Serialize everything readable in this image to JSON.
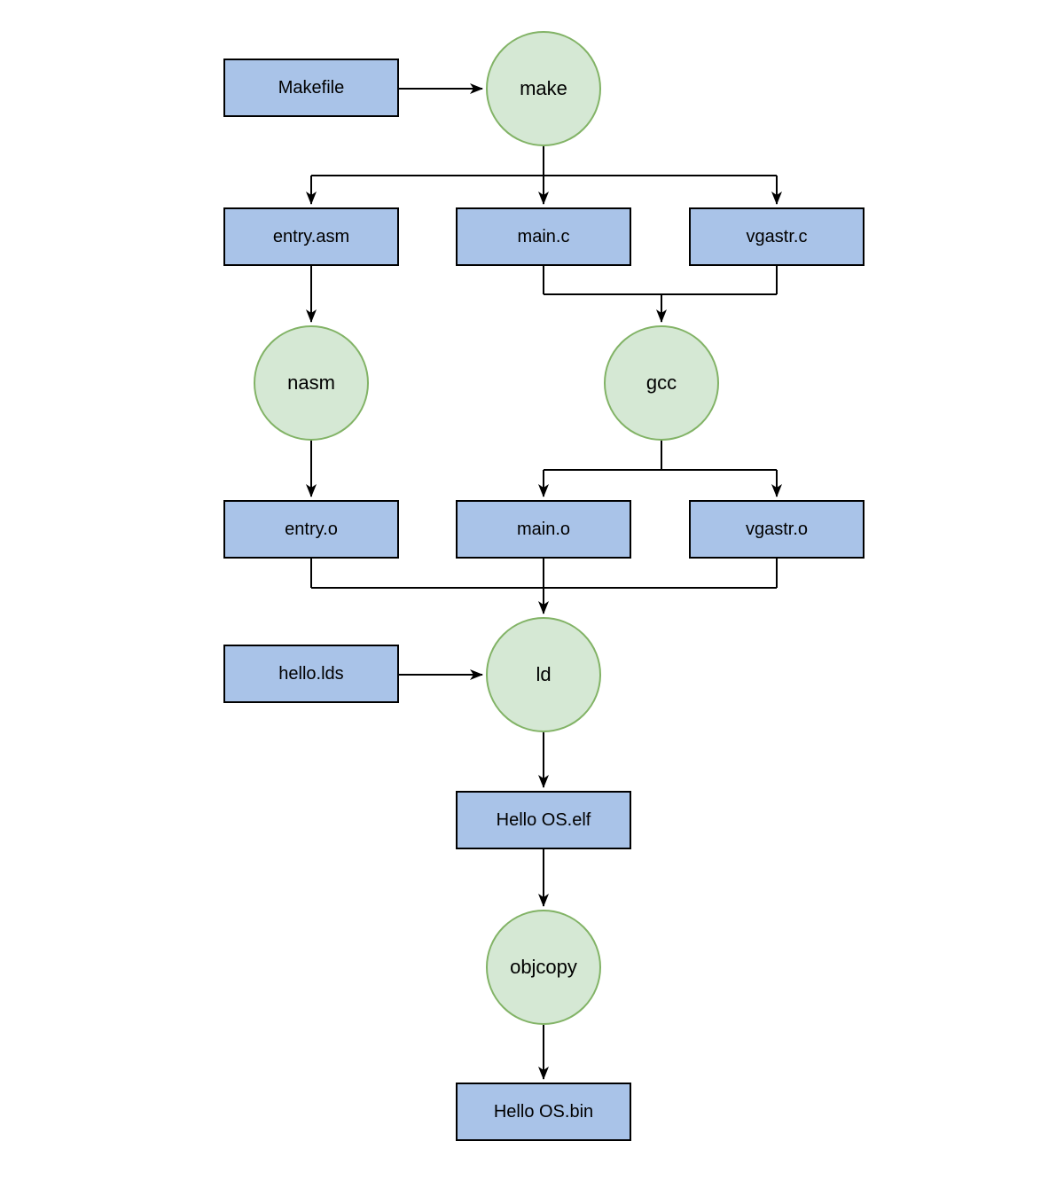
{
  "diagram": {
    "background_color": "#ffffff",
    "file_node_fill": "#a9c3e8",
    "file_node_border": "#000000",
    "tool_node_fill": "#d5e8d4",
    "tool_node_border": "#82b366",
    "edge_color": "#000000",
    "nodes": {
      "makefile": {
        "label": "Makefile",
        "shape": "rectangle",
        "kind": "file"
      },
      "make": {
        "label": "make",
        "shape": "circle",
        "kind": "tool"
      },
      "entry_asm": {
        "label": "entry.asm",
        "shape": "rectangle",
        "kind": "file"
      },
      "main_c": {
        "label": "main.c",
        "shape": "rectangle",
        "kind": "file"
      },
      "vgastr_c": {
        "label": "vgastr.c",
        "shape": "rectangle",
        "kind": "file"
      },
      "nasm": {
        "label": "nasm",
        "shape": "circle",
        "kind": "tool"
      },
      "gcc": {
        "label": "gcc",
        "shape": "circle",
        "kind": "tool"
      },
      "entry_o": {
        "label": "entry.o",
        "shape": "rectangle",
        "kind": "file"
      },
      "main_o": {
        "label": "main.o",
        "shape": "rectangle",
        "kind": "file"
      },
      "vgastr_o": {
        "label": "vgastr.o",
        "shape": "rectangle",
        "kind": "file"
      },
      "hello_lds": {
        "label": "hello.lds",
        "shape": "rectangle",
        "kind": "file"
      },
      "ld": {
        "label": "ld",
        "shape": "circle",
        "kind": "tool"
      },
      "hello_elf": {
        "label": "Hello OS.elf",
        "shape": "rectangle",
        "kind": "file"
      },
      "objcopy": {
        "label": "objcopy",
        "shape": "circle",
        "kind": "tool"
      },
      "hello_bin": {
        "label": "Hello OS.bin",
        "shape": "rectangle",
        "kind": "file"
      }
    },
    "edges": [
      {
        "from": "Makefile",
        "to": "make"
      },
      {
        "from": "make",
        "to": "entry.asm"
      },
      {
        "from": "make",
        "to": "main.c"
      },
      {
        "from": "make",
        "to": "vgastr.c"
      },
      {
        "from": "entry.asm",
        "to": "nasm"
      },
      {
        "from": "main.c",
        "to": "gcc"
      },
      {
        "from": "vgastr.c",
        "to": "gcc"
      },
      {
        "from": "nasm",
        "to": "entry.o"
      },
      {
        "from": "gcc",
        "to": "main.o"
      },
      {
        "from": "gcc",
        "to": "vgastr.o"
      },
      {
        "from": "entry.o",
        "to": "ld"
      },
      {
        "from": "main.o",
        "to": "ld"
      },
      {
        "from": "vgastr.o",
        "to": "ld"
      },
      {
        "from": "hello.lds",
        "to": "ld"
      },
      {
        "from": "ld",
        "to": "Hello OS.elf"
      },
      {
        "from": "Hello OS.elf",
        "to": "objcopy"
      },
      {
        "from": "objcopy",
        "to": "Hello OS.bin"
      }
    ]
  }
}
